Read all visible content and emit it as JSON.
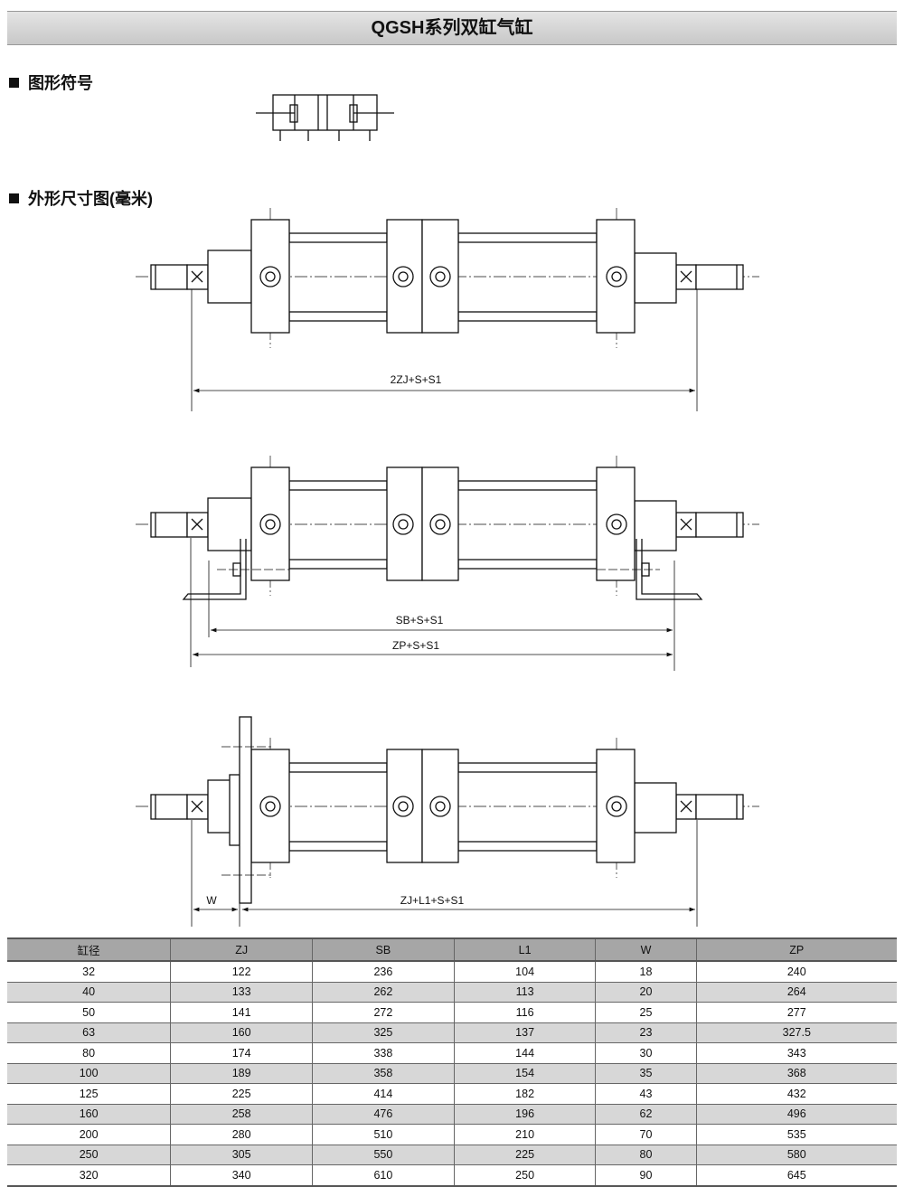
{
  "title": "QGSH系列双缸气缸",
  "sections": {
    "symbol": "图形符号",
    "dimensions": "外形尺寸图(毫米)"
  },
  "drawings": {
    "d1": {
      "dim": "2ZJ+S+S1"
    },
    "d2": {
      "dim_sb": "SB+S+S1",
      "dim_zp": "ZP+S+S1"
    },
    "d3": {
      "dim_w": "W",
      "dim_zj": "ZJ+L1+S+S1"
    }
  },
  "table": {
    "headers": [
      "缸径",
      "ZJ",
      "SB",
      "L1",
      "W",
      "ZP"
    ],
    "rows": [
      [
        "32",
        "122",
        "236",
        "104",
        "18",
        "240"
      ],
      [
        "40",
        "133",
        "262",
        "113",
        "20",
        "264"
      ],
      [
        "50",
        "141",
        "272",
        "116",
        "25",
        "277"
      ],
      [
        "63",
        "160",
        "325",
        "137",
        "23",
        "327.5"
      ],
      [
        "80",
        "174",
        "338",
        "144",
        "30",
        "343"
      ],
      [
        "100",
        "189",
        "358",
        "154",
        "35",
        "368"
      ],
      [
        "125",
        "225",
        "414",
        "182",
        "43",
        "432"
      ],
      [
        "160",
        "258",
        "476",
        "196",
        "62",
        "496"
      ],
      [
        "200",
        "280",
        "510",
        "210",
        "70",
        "535"
      ],
      [
        "250",
        "305",
        "550",
        "225",
        "80",
        "580"
      ],
      [
        "320",
        "340",
        "610",
        "250",
        "90",
        "645"
      ]
    ]
  }
}
